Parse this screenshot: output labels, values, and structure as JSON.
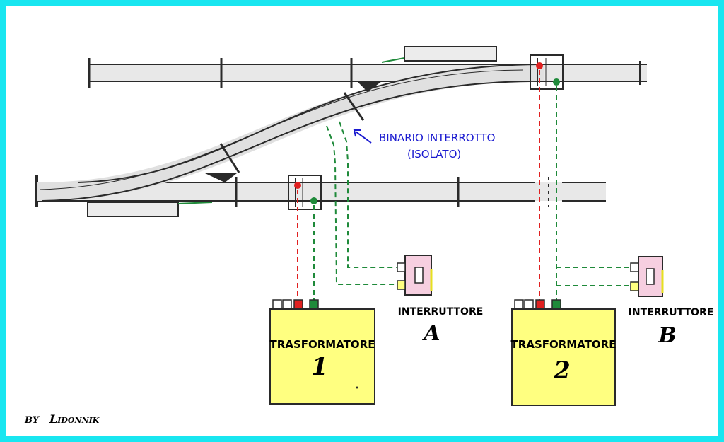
{
  "annotation": {
    "line1": "BINARIO INTERROTTO",
    "line2": "(ISOLATO)"
  },
  "transformers": [
    {
      "label": "TRASFORMATORE",
      "number": "1"
    },
    {
      "label": "TRASFORMATORE",
      "number": "2"
    }
  ],
  "switches": [
    {
      "label": "INTERRUTTORE",
      "letter": "A"
    },
    {
      "label": "INTERRUTTORE",
      "letter": "B"
    }
  ],
  "signature": {
    "by": "by",
    "name": "Lidonnik"
  },
  "colors": {
    "frame": "#19e6f0",
    "rail": "#2a2a2a",
    "rail_fill": "#e8e8e8",
    "wire_red": "#e02020",
    "wire_green": "#1f8a3a",
    "transformer_fill": "#ffff80",
    "switch_fill": "#f6cfe0",
    "annotation": "#1a1ad0"
  }
}
